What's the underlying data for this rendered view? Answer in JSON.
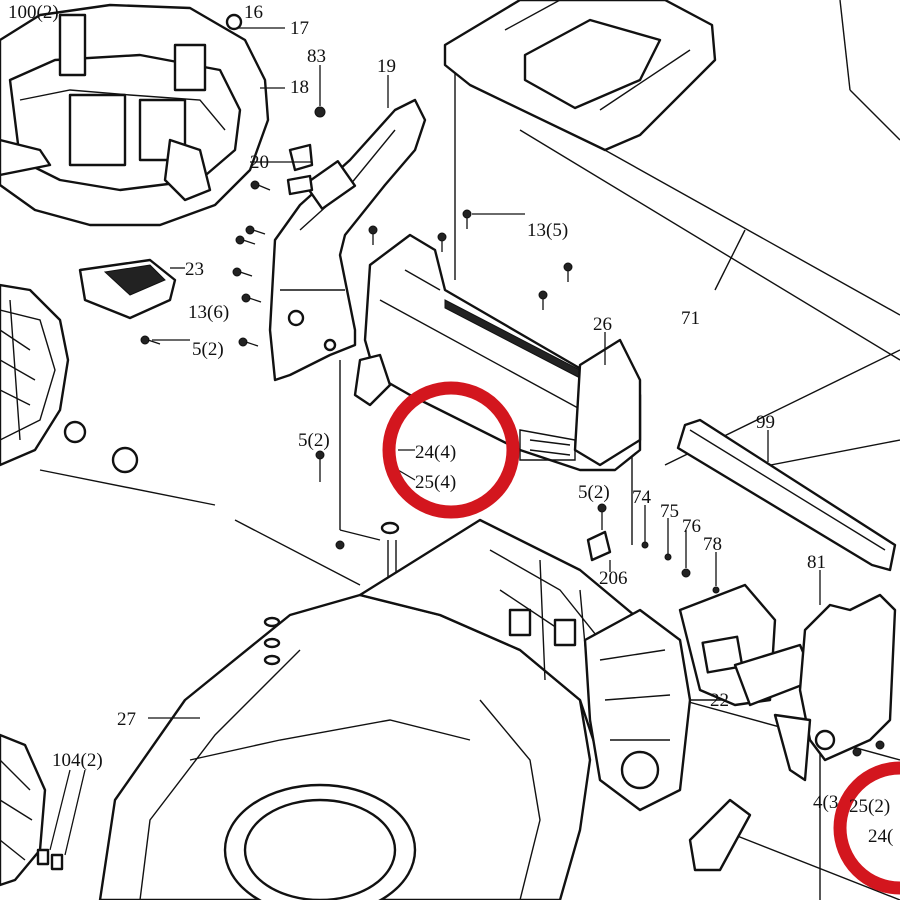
{
  "labels": {
    "l100": "100(2)",
    "l16": "16",
    "l17": "17",
    "l83": "83",
    "l19": "19",
    "l18": "18",
    "l20": "20",
    "l13_5": "13(5)",
    "l23": "23",
    "l13_6": "13(6)",
    "l5_2_a": "5(2)",
    "l26": "26",
    "l71": "71",
    "l5_2_b": "5(2)",
    "l24_4": "24(4)",
    "l25_4": "25(4)",
    "l99": "99",
    "l5_2_c": "5(2)",
    "l74": "74",
    "l75": "75",
    "l76": "76",
    "l78": "78",
    "l206": "206",
    "l81": "81",
    "l22": "22",
    "l27": "27",
    "l104": "104(2)",
    "l4_3": "4(3",
    "l25_2": "25(2)",
    "l24_partial": "24("
  },
  "highlight": {
    "color": "#d3161e"
  }
}
